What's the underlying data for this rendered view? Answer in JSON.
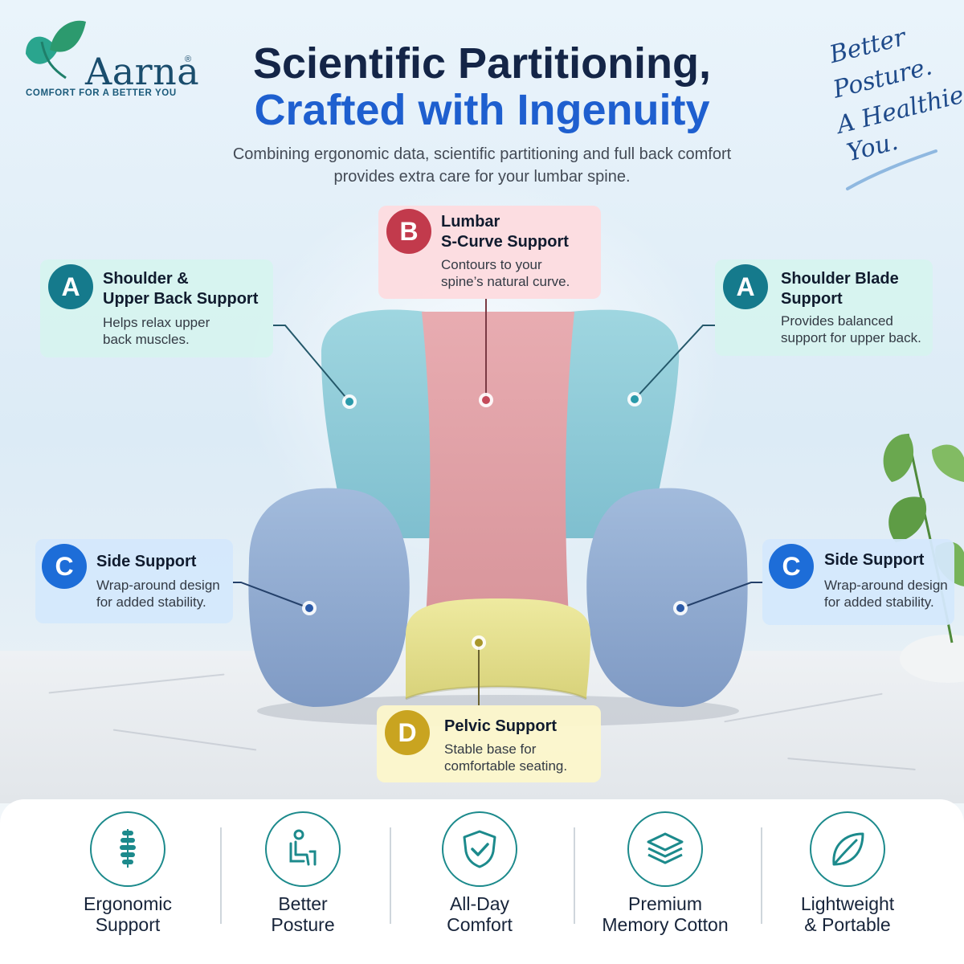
{
  "brand": {
    "name": "Aarna",
    "registered": "®",
    "tagline": "COMFORT FOR A BETTER YOU"
  },
  "header": {
    "title_line1": "Scientific Partitioning,",
    "title_line2": "Crafted with Ingenuity",
    "subtitle_line1": "Combining ergonomic data, scientific partitioning and full back comfort",
    "subtitle_line2": "provides extra care for your lumbar spine."
  },
  "slogan": {
    "line1": "Better",
    "line2": "Posture.",
    "line3": "A Healthier",
    "line4": "You."
  },
  "callouts": {
    "a_left": {
      "badge": "A",
      "title1": "Shoulder &",
      "title2": "Upper Back Support",
      "desc1": "Helps relax upper",
      "desc2": "back muscles."
    },
    "b": {
      "badge": "B",
      "title1": "Lumbar",
      "title2": "S-Curve Support",
      "desc1": "Contours to your",
      "desc2": "spine’s natural curve."
    },
    "a_right": {
      "badge": "A",
      "title1": "Shoulder Blade",
      "title2": "Support",
      "desc1": "Provides balanced",
      "desc2": "support for upper back."
    },
    "c_left": {
      "badge": "C",
      "title1": "Side Support",
      "desc1": "Wrap-around design",
      "desc2": "for added stability."
    },
    "c_right": {
      "badge": "C",
      "title1": "Side Support",
      "desc1": "Wrap-around design",
      "desc2": "for added stability."
    },
    "d": {
      "badge": "D",
      "title1": "Pelvic Support",
      "desc1": "Stable base for",
      "desc2": "comfortable seating."
    }
  },
  "colors": {
    "shoulder_zone": "#8ccbd8",
    "lumbar_zone": "#e1a0a6",
    "side_zone": "#92acd0",
    "pelvic_zone": "#e6e28e",
    "accent_teal": "#157a8c",
    "accent_red": "#c23a4c",
    "accent_blue": "#1d6dd8",
    "accent_gold": "#c9a420",
    "title_dark": "#142547",
    "title_blue": "#1e5fcf"
  },
  "features": [
    {
      "icon": "spine-icon",
      "line1": "Ergonomic",
      "line2": "Support"
    },
    {
      "icon": "seated-person-icon",
      "line1": "Better",
      "line2": "Posture"
    },
    {
      "icon": "shield-check-icon",
      "line1": "All-Day",
      "line2": "Comfort"
    },
    {
      "icon": "layers-icon",
      "line1": "Premium",
      "line2": "Memory Cotton"
    },
    {
      "icon": "leaf-icon",
      "line1": "Lightweight",
      "line2": "& Portable"
    }
  ]
}
